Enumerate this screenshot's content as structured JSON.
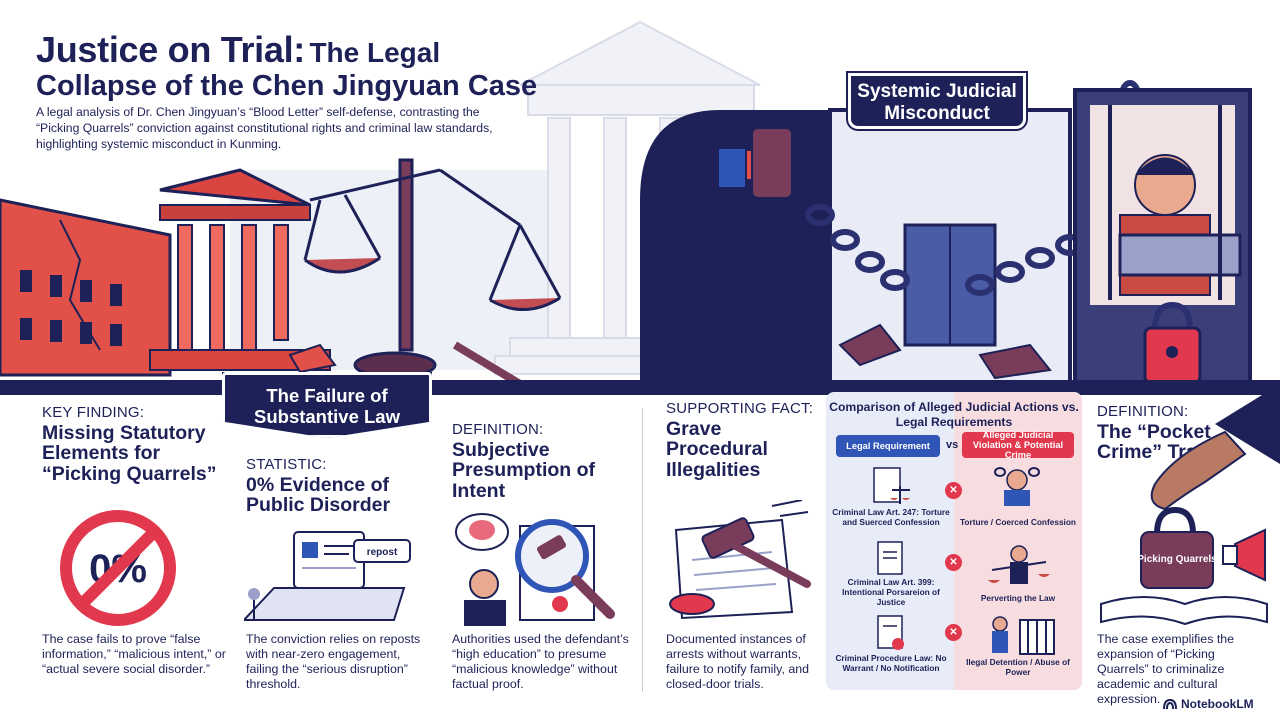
{
  "header": {
    "title_main": "Justice on Trial:",
    "title_tail": "The Legal",
    "title_line2": "Collapse of the Chen Jingyuan Case",
    "subtitle": "A legal analysis of Dr. Chen Jingyuan’s “Blood Letter” self-defense, contrasting the “Picking Quarrels” conviction against constitutional rights and criminal law standards, highlighting systemic misconduct in Kunming."
  },
  "banners": {
    "systemic": "Systemic Judicial Misconduct",
    "substantive": "The Failure of Substantive Law"
  },
  "cards": {
    "key_finding": {
      "label": "KEY FINDING:",
      "heading": "Missing Statutory Elements for “Picking Quarrels”",
      "badge": "0%",
      "body": "The case fails to prove “false information,” “malicious intent,” or “actual severe social disorder.”"
    },
    "statistic": {
      "label": "STATISTIC:",
      "heading": "0% Evidence of Public Disorder",
      "repost_label": "repost",
      "body": "The conviction relies on reposts with near-zero engagement, failing the “serious disruption” threshold."
    },
    "definition_intent": {
      "label": "DEFINITION:",
      "heading": "Subjective Presumption of Intent",
      "body": "Authorities used the defendant’s “high education” to presume “malicious knowledge” without factual proof."
    },
    "supporting_fact": {
      "label": "SUPPORTING FACT:",
      "heading": "Grave Procedural Illegalities",
      "body": "Documented instances of arrests without warrants, failure to notify family, and closed-door trials."
    },
    "definition_pocket": {
      "label": "DEFINITION:",
      "heading": "The “Pocket Crime” Trap",
      "lock_text": "Picking Quarrels",
      "body": "The case exemplifies the expansion of “Picking Quarrels” to criminalize academic and cultural expression."
    }
  },
  "comparison": {
    "title": "Comparison of Alleged Judicial Actions vs. Legal Requirements",
    "left_header": "Legal Requirement",
    "vs": "vs",
    "right_header": "Alleged Judicial Violation & Potential Crime",
    "rows": [
      {
        "left": "Criminal Law Art. 247: Torture and Suerced Confession",
        "right": "Torture / Coerced Confession"
      },
      {
        "left": "Criminal Law Art. 399: Intentional Porsareion of Justice",
        "right": "Perverting the Law"
      },
      {
        "left": "Criminal Procedure Law: No Warrant / No Notification",
        "right": "Ilegal Detention / Abuse of Power"
      }
    ]
  },
  "branding": {
    "logo": "NotebookLM"
  },
  "colors": {
    "navy": "#1d2157",
    "red": "#e2384d",
    "blue": "#2f55b6"
  }
}
